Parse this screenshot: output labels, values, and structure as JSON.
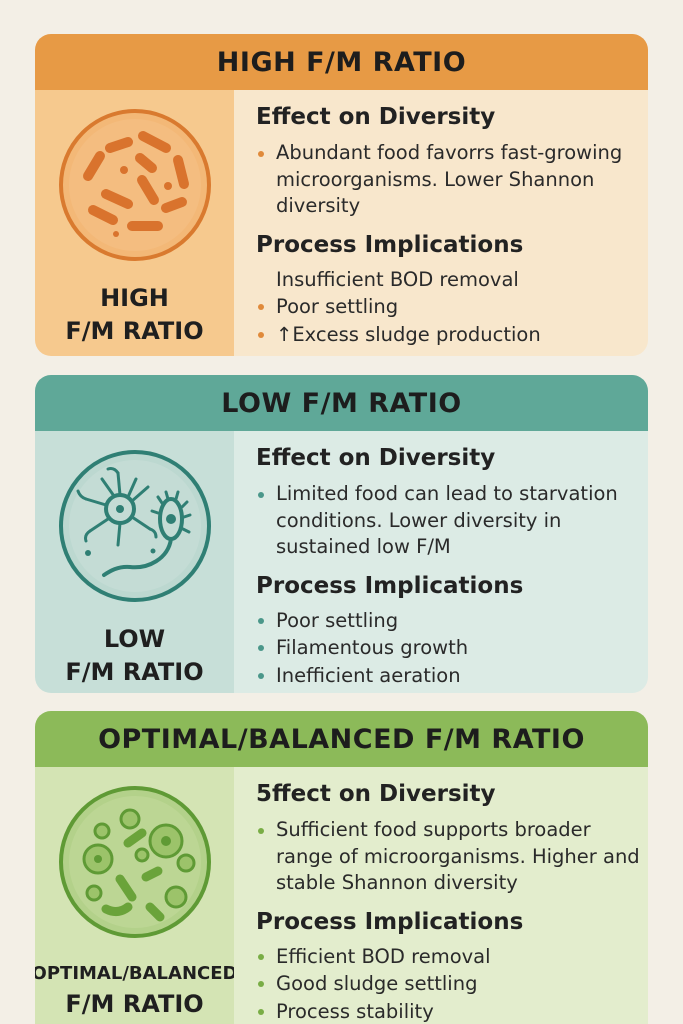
{
  "cards": [
    {
      "header": "HIGH F/M RATIO",
      "label_line1": "HIGH",
      "label_line2": "F/M RATIO",
      "diversity_title": "Effect on Diversity",
      "diversity_text": "Abundant food favorrs fast-growing microorganisms. Lower Shannon diversity",
      "process_title": "Process Implications",
      "process_items": [
        "Insufficient BOD removal",
        "Poor settling",
        "↑Excess sludge production"
      ],
      "icon": "rod-bacteria-icon"
    },
    {
      "header": "LOW F/M RATIO",
      "label_line1": "LOW",
      "label_line2": "F/M RATIO",
      "diversity_title": "Effect on Diversity",
      "diversity_text": "Limited food can lead to starvation conditions. Lower diversity in sustained low F/M",
      "process_title": "Process Implications",
      "process_items": [
        "Poor settling",
        "Filamentous growth",
        "Inefficient aeration"
      ],
      "icon": "filamentous-microbe-icon"
    },
    {
      "header": "OPTIMAL/BALANCED F/M RATIO",
      "label_line1": "OPTIMAL/BALANCED",
      "label_line2": "F/M RATIO",
      "diversity_title": "5ffect on Diversity",
      "diversity_text": "Sufficient food supports broader range of microorganisms. Higher and stable Shannon diversity",
      "process_title": "Process Implications",
      "process_items": [
        "Efficient BOD removal",
        "Good sludge settling",
        "Process stability"
      ],
      "icon": "diverse-microbes-icon"
    }
  ],
  "colors": {
    "high_accent": "#e79a45",
    "low_accent": "#5fa898",
    "optimal_accent": "#8cba59"
  }
}
